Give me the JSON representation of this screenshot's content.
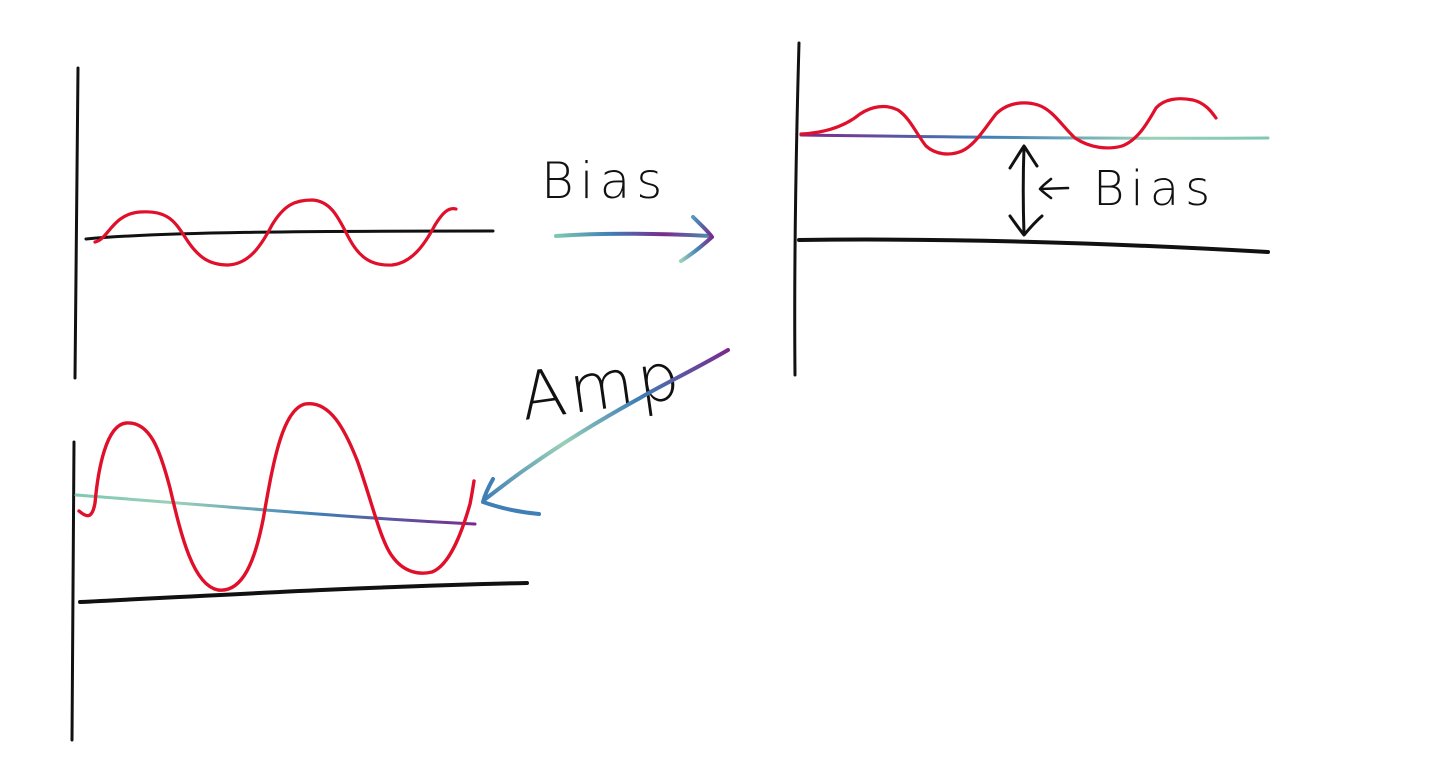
{
  "labels": {
    "bias_arrow": "Bias",
    "bias_dimension": "Bias",
    "amp_arrow": "Amp"
  },
  "colors": {
    "axis": "#111111",
    "wave": "#e0102a",
    "gradient": [
      "#7ec8b4",
      "#3f7fb6",
      "#7b2a8c",
      "#4b8fb0"
    ]
  },
  "panels": [
    {
      "name": "original-wave",
      "bias": "baseline",
      "amplitude": "small"
    },
    {
      "name": "biased-wave",
      "bias": "raised",
      "amplitude": "small"
    },
    {
      "name": "amplified-wave",
      "bias": "raised",
      "amplitude": "large"
    }
  ]
}
